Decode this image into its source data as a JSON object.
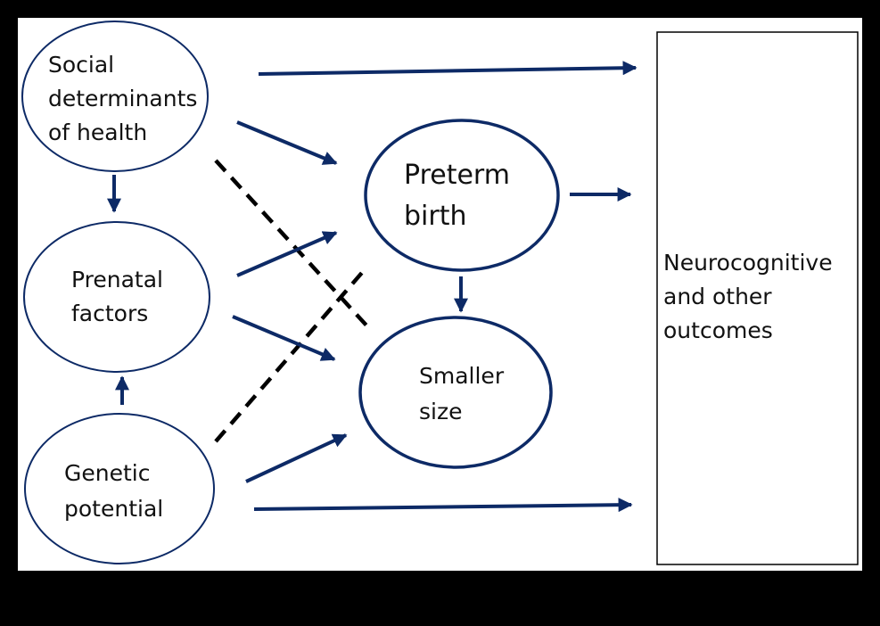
{
  "nodes": {
    "social": [
      "Social",
      "determinants",
      "of health"
    ],
    "prenatal": [
      "Prenatal",
      "factors"
    ],
    "genetic": [
      "Genetic",
      "potential"
    ],
    "preterm": [
      "Preterm",
      "birth"
    ],
    "smaller": [
      "Smaller",
      "size"
    ],
    "outcomes": [
      "Neurocognitive",
      "and other",
      "outcomes"
    ]
  },
  "colors": {
    "arrow": "#0d2a66",
    "node_border": "#0d2a66",
    "dashed": "#000000",
    "frame": "#000000",
    "background": "#ffffff"
  }
}
